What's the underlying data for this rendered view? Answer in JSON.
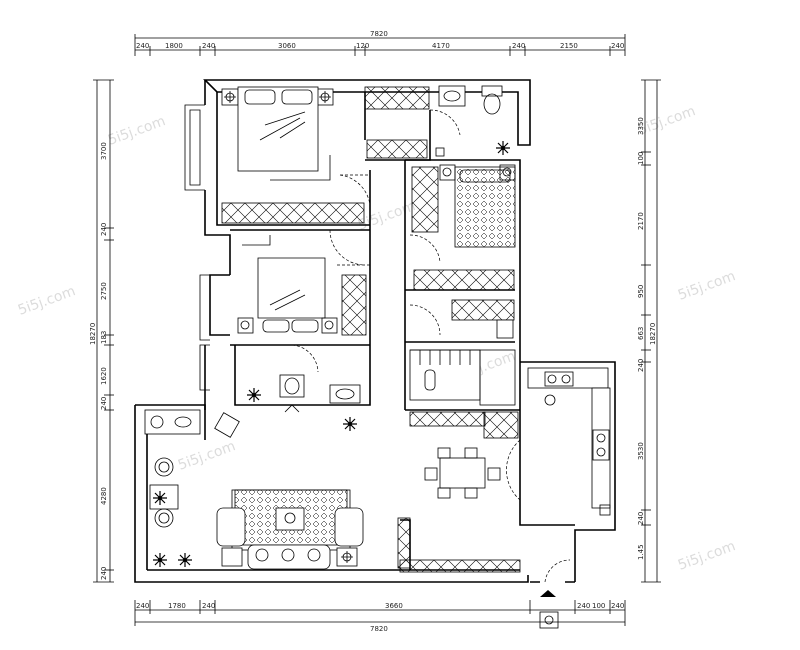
{
  "plan": {
    "dims_top": [
      "240",
      "1800",
      "240",
      "3060",
      "120",
      "4170",
      "240",
      "2150",
      "240"
    ],
    "dim_top_total": "7820",
    "dims_bottom": [
      "240",
      "1780",
      "240",
      "3660",
      "240",
      "100",
      "240"
    ],
    "dim_bottom_total": "7820",
    "dims_left": [
      "3700",
      "240",
      "2750",
      "183",
      "1620",
      "240",
      "4280",
      "240"
    ],
    "dim_left_total": "18270",
    "dims_right": [
      "3350",
      "100",
      "2170",
      "950",
      "663",
      "240",
      "3530",
      "240",
      "1.45"
    ],
    "dim_right_total": "18270",
    "watermarks": [
      "5i5j.com",
      "5i5j.com",
      "5i5j.com",
      "5i5j.com",
      "5i5j.com",
      "5i5j.com",
      "5i5j.com",
      "5i5j.com"
    ]
  }
}
